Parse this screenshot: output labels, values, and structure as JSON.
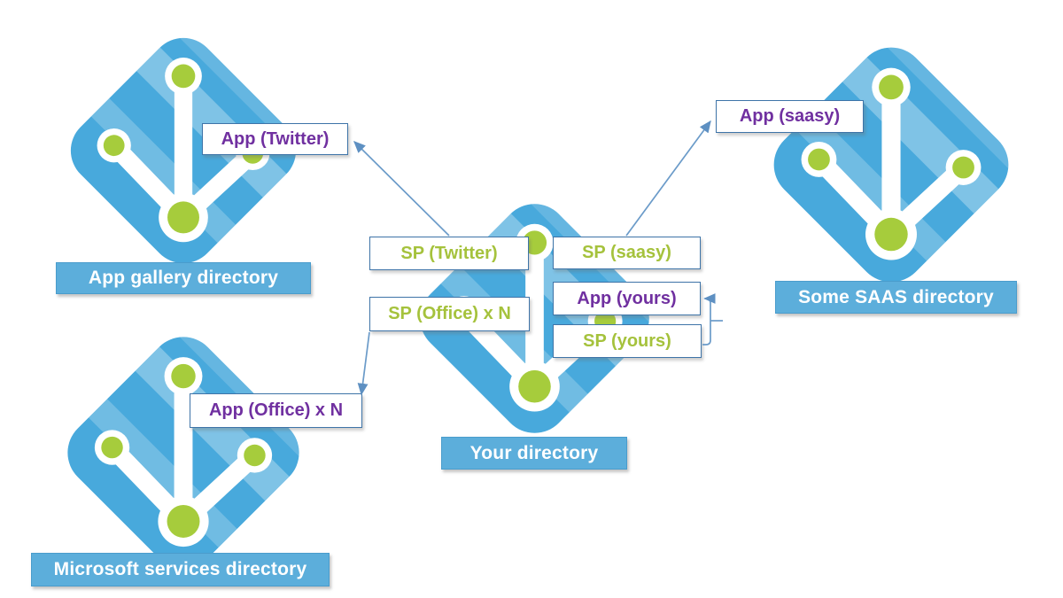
{
  "colors": {
    "icon_blue": "#48A9DC",
    "node_green": "#A6CC3C",
    "banner_blue": "#5CAEDB",
    "box_border_blue": "#3E74A8",
    "arrow_blue": "#5E90C2",
    "app_text_purple": "#7030A0",
    "sp_text_green": "#A5C23C"
  },
  "directories": [
    {
      "id": "app-gallery",
      "name": "App gallery directory"
    },
    {
      "id": "microsoft-services",
      "name": "Microsoft services directory"
    },
    {
      "id": "your",
      "name": "Your directory"
    },
    {
      "id": "some-saas",
      "name": "Some SAAS directory"
    }
  ],
  "labels": {
    "app_twitter": {
      "text": "App (Twitter)",
      "kind": "app"
    },
    "app_saasy": {
      "text": "App (saasy)",
      "kind": "app"
    },
    "sp_twitter": {
      "text": "SP (Twitter)",
      "kind": "sp"
    },
    "sp_office": {
      "text": "SP (Office) x N",
      "kind": "sp"
    },
    "sp_saasy": {
      "text": "SP (saasy)",
      "kind": "sp"
    },
    "app_yours": {
      "text": "App (yours)",
      "kind": "app"
    },
    "sp_yours": {
      "text": "SP (yours)",
      "kind": "sp"
    },
    "app_office": {
      "text": "App (Office) x N",
      "kind": "app"
    }
  },
  "connections": [
    {
      "from": "SP (Twitter)",
      "to": "App (Twitter)",
      "style": "arrow"
    },
    {
      "from": "SP (saasy)",
      "to": "App (saasy)",
      "style": "arrow"
    },
    {
      "from": "SP (Office) x N",
      "to": "App (Office) x N",
      "style": "arrow"
    },
    {
      "from": "SP (yours)",
      "to": "App (yours)",
      "style": "bracket-arrow"
    }
  ]
}
